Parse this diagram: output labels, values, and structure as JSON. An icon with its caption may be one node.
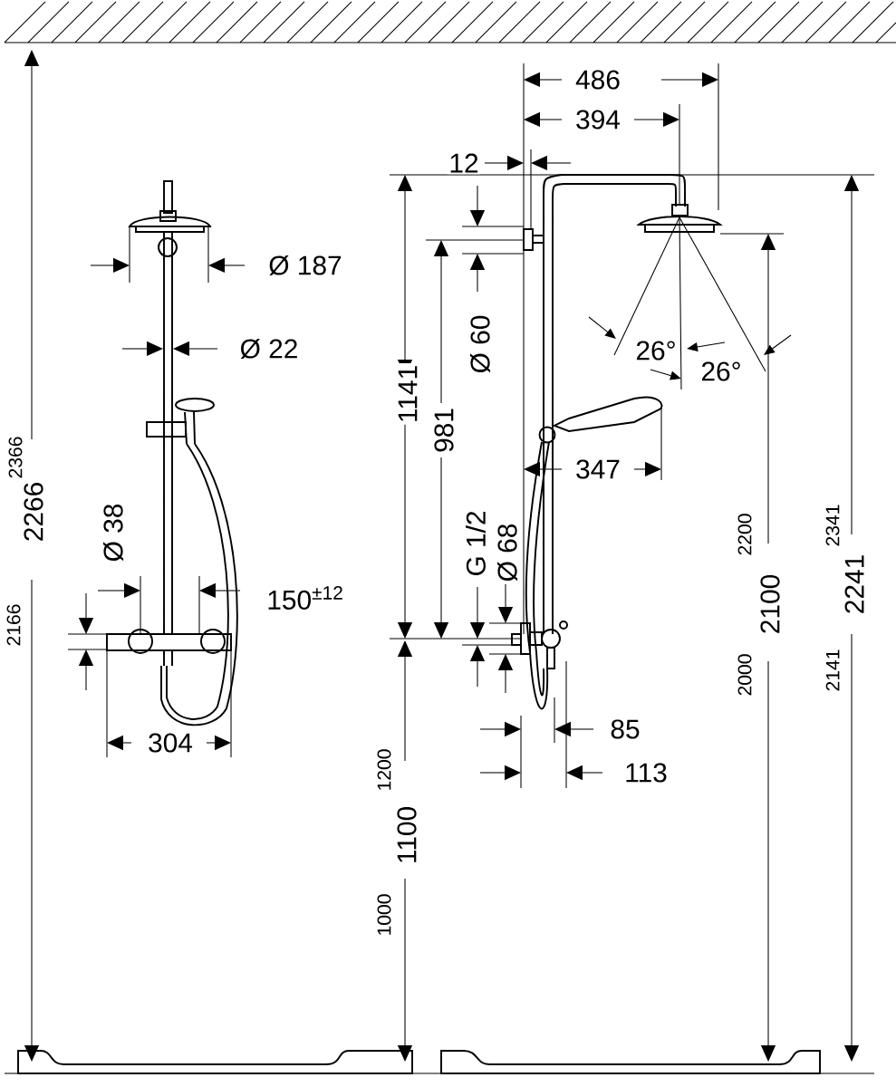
{
  "diagram": {
    "labels": [
      "486",
      "394",
      "12",
      "Ø 187",
      "Ø 22",
      "Ø 60",
      "1141",
      "981",
      "26°",
      "26°",
      "347",
      "2366",
      "2266",
      "2166",
      "Ø 38",
      "G 1/2",
      "Ø 68",
      "150$^{±12}$",
      "2200",
      "2100",
      "2000",
      "2341",
      "2241",
      "2141",
      "304",
      "85",
      "113",
      "1200",
      "1100",
      "1000"
    ]
  }
}
